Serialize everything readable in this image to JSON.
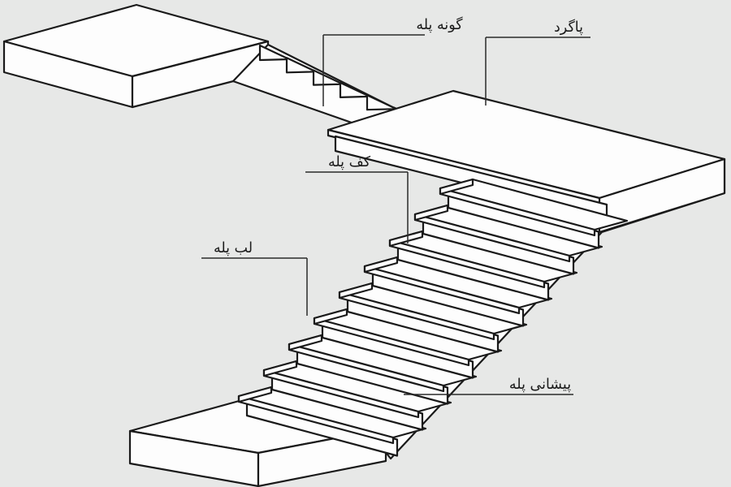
{
  "diagram": {
    "type": "stair-anatomy-isometric",
    "labels": {
      "stringer": "گونه پله",
      "landing": "پاگرد",
      "tread": "کف پله",
      "nosing": "لب پله",
      "riser": "پیشانی پله"
    },
    "colors": {
      "background": "#e7e8e7",
      "line": "#1a1a1a",
      "surface": "#fdfdfd",
      "leader": "#2a2a2a",
      "label": "#1b1b1b"
    }
  }
}
